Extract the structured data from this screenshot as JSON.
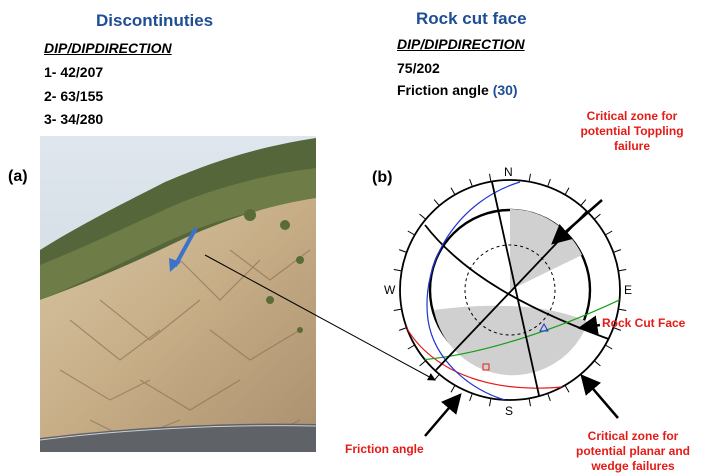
{
  "discontinuities": {
    "heading": "Discontinuties",
    "subheading": "DIP/DIPDIRECTION",
    "sets": [
      "1- 42/207",
      "2- 63/155",
      "3- 34/280"
    ]
  },
  "rock_cut_face": {
    "heading": "Rock cut face",
    "subheading": "DIP/DIPDIRECTION",
    "value": "75/202",
    "friction_label": "Friction angle",
    "friction_value": "(30)"
  },
  "panels": {
    "a": "(a)",
    "b": "(b)"
  },
  "stereonet": {
    "compass": {
      "n": "N",
      "s": "S",
      "e": "E",
      "w": "W"
    }
  },
  "annotations": {
    "toppling": [
      "Critical zone for",
      "potential Toppling",
      "failure"
    ],
    "rock_cut_face": "Rock Cut Face",
    "friction_angle": "Friction angle",
    "planar_wedge": [
      "Critical zone for",
      "potential planar and",
      "wedge failures"
    ]
  },
  "colors": {
    "heading": "#1f4e96",
    "annotation": "#e41b17",
    "great_circle_1": "#e41b17",
    "great_circle_2": "#1a9e1a",
    "great_circle_3": "#1d34d6",
    "critical_zone_fill": "#d0d0d0"
  }
}
